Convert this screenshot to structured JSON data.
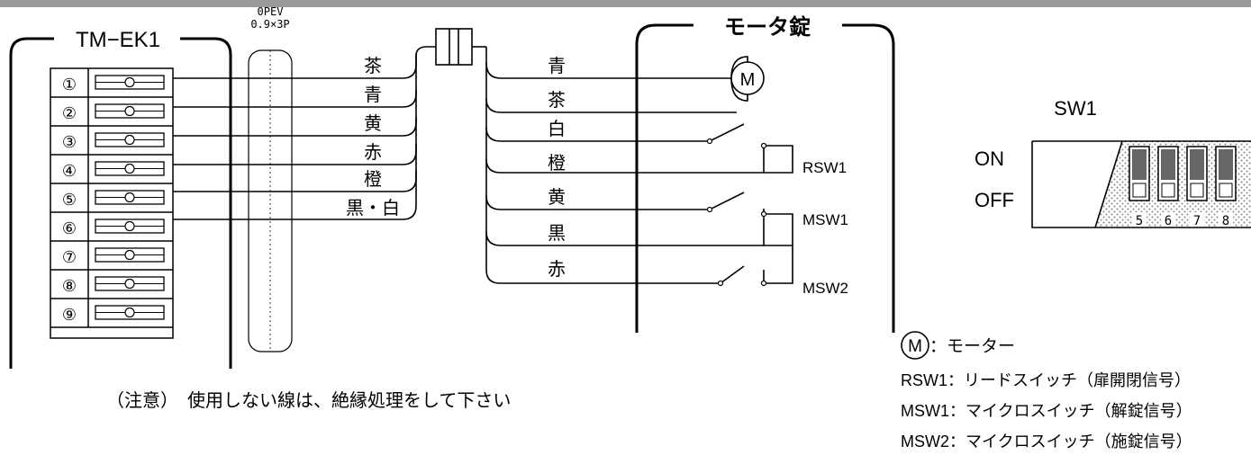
{
  "top_bar_color": "#9a9a9a",
  "dip_fill_color": "#666666",
  "dip_background": "dotted-gray",
  "terminal_block": {
    "title": "TM−EK1",
    "terminals": [
      "①",
      "②",
      "③",
      "④",
      "⑤",
      "⑥",
      "⑦",
      "⑧",
      "⑨"
    ]
  },
  "cable": {
    "spec_line1": "0PEV",
    "spec_line2": "0.9×3P",
    "colors": [
      "茶",
      "青",
      "黄",
      "赤",
      "橙",
      "黒・白"
    ]
  },
  "motor_lock": {
    "title": "モータ錠",
    "motor_symbol": "M",
    "wire_colors": [
      "青",
      "茶",
      "白",
      "橙",
      "黄",
      "黒",
      "赤"
    ],
    "switches": [
      "RSW1",
      "MSW1",
      "MSW2"
    ]
  },
  "note": "（注意）　使用しない線は、絶縁処理をして下さい",
  "dip_switch": {
    "title": "SW1",
    "on_label": "ON",
    "off_label": "OFF",
    "numbers": [
      "5",
      "6",
      "7",
      "8"
    ]
  },
  "legend": {
    "motor_symbol": "M",
    "motor_desc": "：モーター",
    "items": [
      "RSW1：リードスイッチ（扉開閉信号）",
      "MSW1：マイクロスイッチ（解錠信号）",
      "MSW2：マイクロスイッチ（施錠信号）"
    ]
  }
}
